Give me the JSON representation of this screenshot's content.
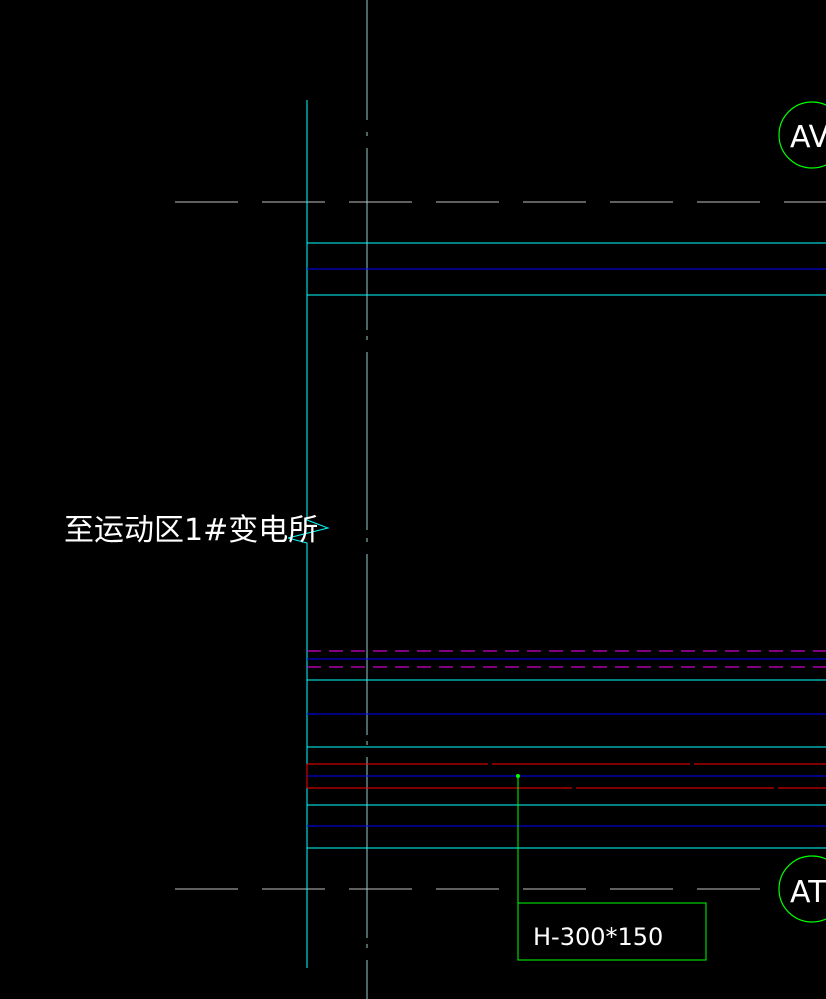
{
  "drawing": {
    "background_color": "#000000",
    "note_text": "至运动区1#变电所",
    "beam_label": "H-300*150",
    "axis_bubbles": [
      "AV",
      "AT"
    ],
    "colors": {
      "cyan": "#00ffff",
      "blue": "#0000ff",
      "red": "#ff0000",
      "magenta": "#ff00ff",
      "green": "#00ff00",
      "gray": "#c0c0c0",
      "white": "#ffffff"
    }
  }
}
